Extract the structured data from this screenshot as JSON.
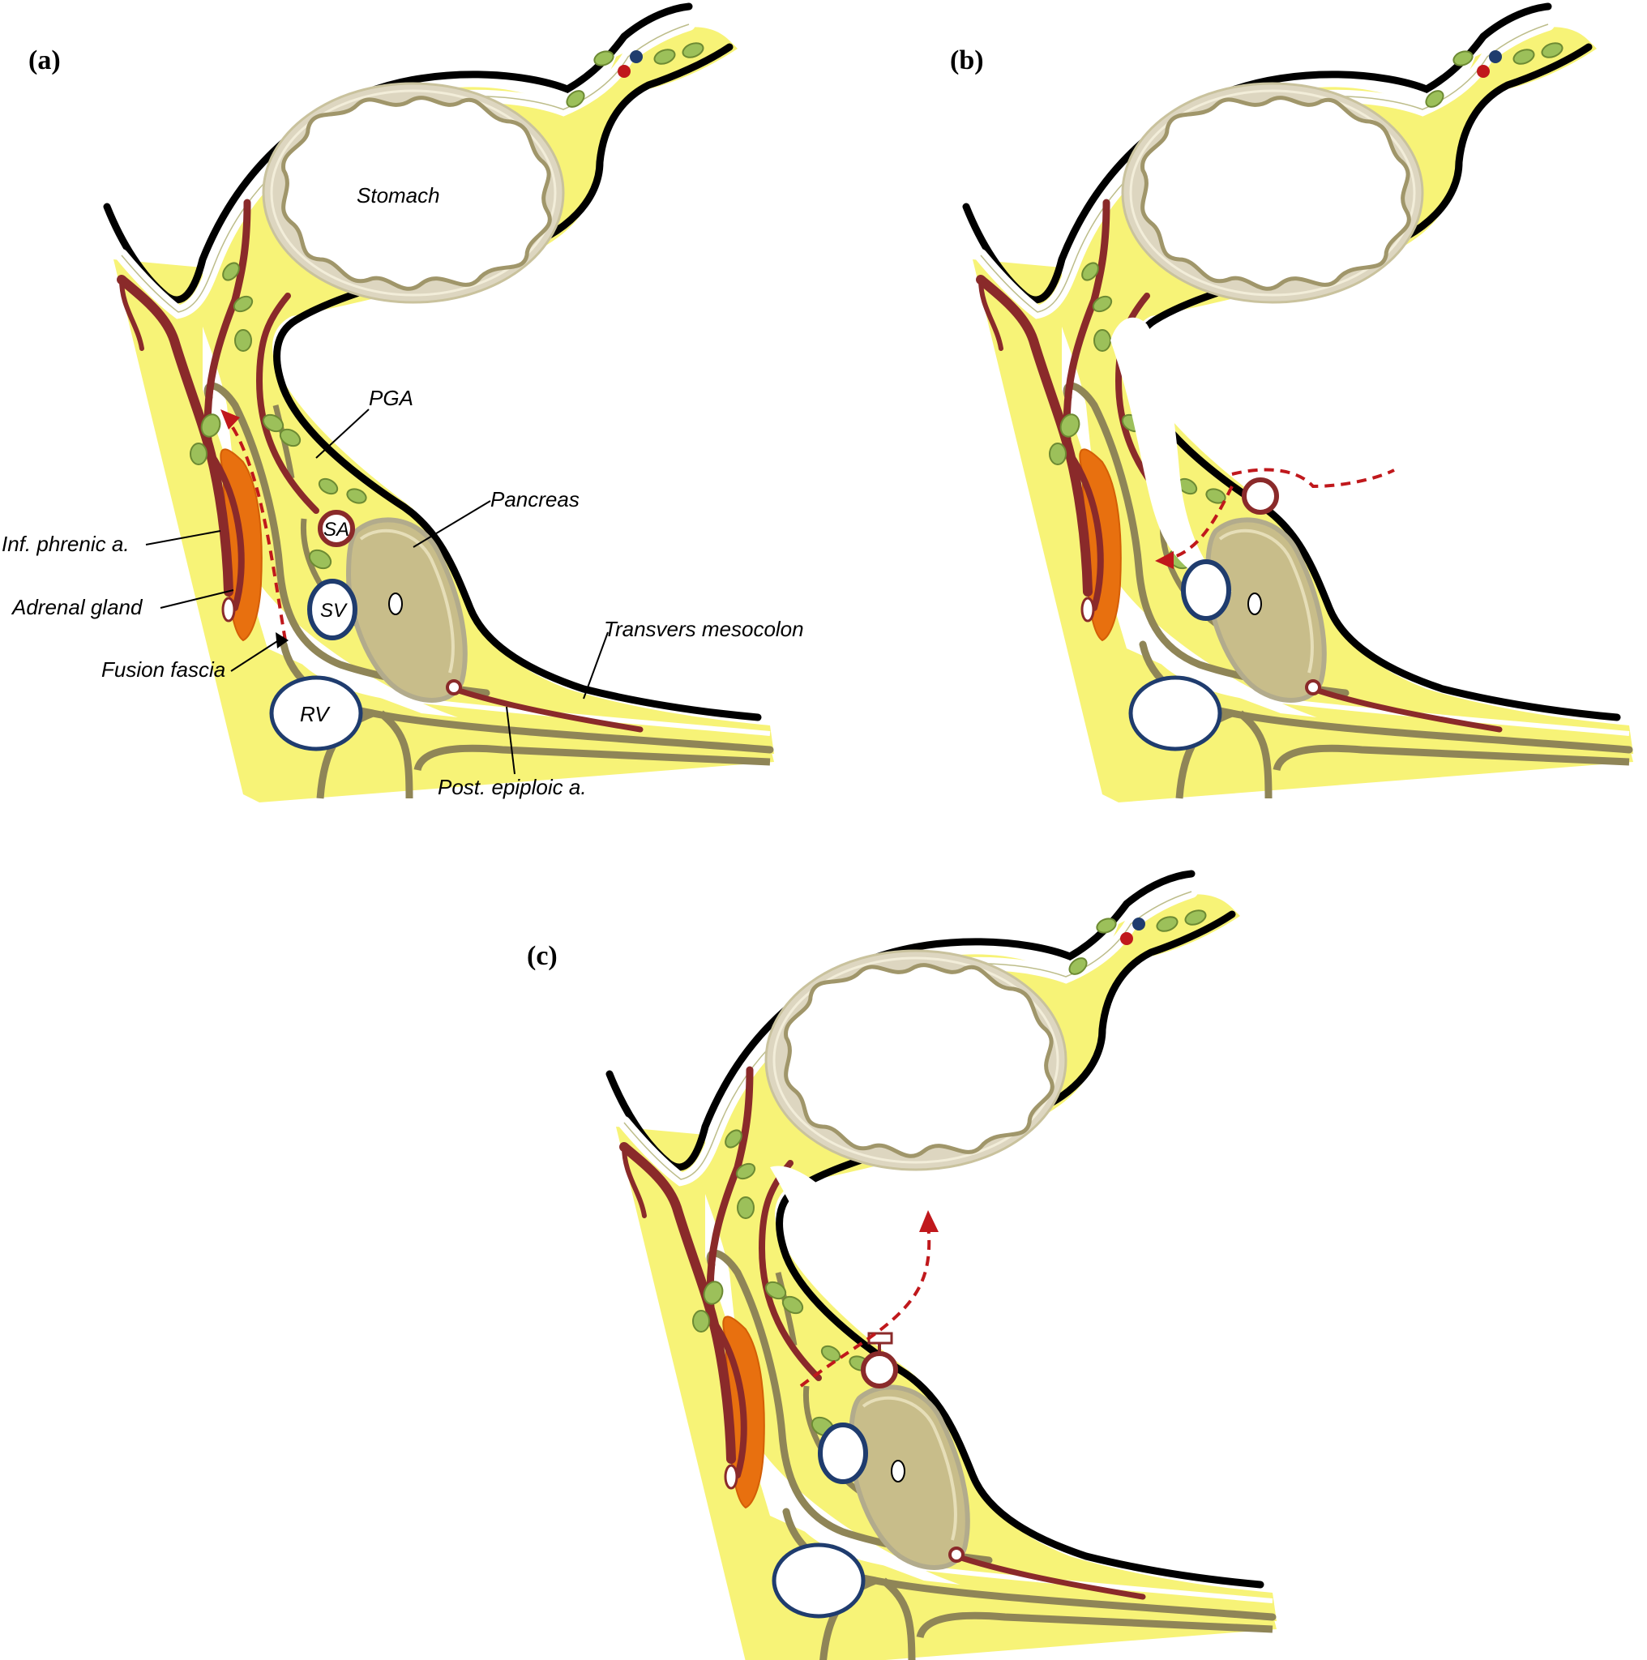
{
  "panels": {
    "a": {
      "letter": "(a)"
    },
    "b": {
      "letter": "(b)"
    },
    "c": {
      "letter": "(c)"
    }
  },
  "labels": {
    "stomach": "Stomach",
    "pga": "PGA",
    "pancreas": "Pancreas",
    "sa": "SA",
    "sv": "SV",
    "rv": "RV",
    "inf_phrenic": "Inf. phrenic a.",
    "adrenal": "Adrenal gland",
    "fusion_fascia": "Fusion fascia",
    "transvers_mesocolon": "Transvers mesocolon",
    "post_epiploic": "Post. epiploic a."
  },
  "colors": {
    "fat": "#f7f377",
    "fat_stroke": "#c8c44a",
    "stomach": "#ddd6c0",
    "fascia": "#8f8557",
    "artery": "#8a2a2a",
    "vein": "#1f3c6e",
    "adrenal": "#e8700f",
    "node": "#9cc05a",
    "arrow": "#c0181c"
  }
}
